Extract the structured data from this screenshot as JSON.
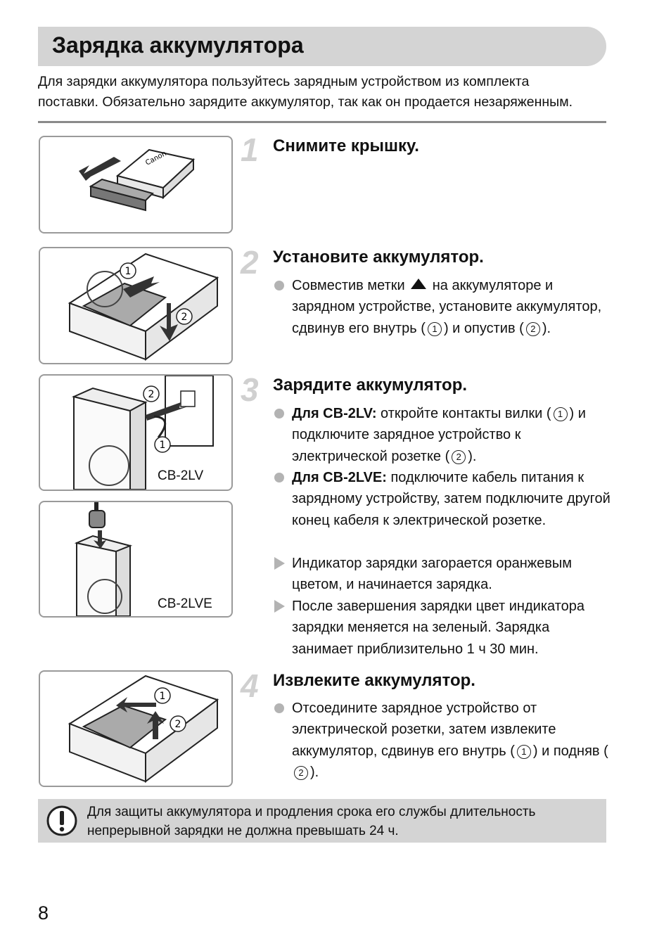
{
  "header": {
    "title": "Зарядка аккумулятора"
  },
  "intro": {
    "line1": "Для зарядки аккумулятора пользуйтесь зарядным устройством из комплекта",
    "line2": "поставки. Обязательно зарядите аккумулятор, так как он продается незаряженным."
  },
  "steps": [
    {
      "number": "1",
      "title": "Снимите крышку."
    },
    {
      "number": "2",
      "title": "Установите аккумулятор.",
      "items": [
        {
          "t1": "Совместив метки ",
          "t2": " на аккумуляторе и зарядном устройстве, установите аккумулятор, сдвинув его внутрь (",
          "c1": "1",
          "t3": ") и опустив (",
          "c2": "2",
          "t4": ")."
        }
      ]
    },
    {
      "number": "3",
      "title": "Зарядите аккумулятор.",
      "items": [
        {
          "bold": "Для CB-2LV:",
          "t1": " откройте контакты вилки (",
          "c1": "1",
          "t2": ") и подключите зарядное устройство к электрической розетке (",
          "c2": "2",
          "t3": ")."
        },
        {
          "bold": "Для CB-2LVE:",
          "t1": " подключите кабель питания к зарядному устройству, затем подключите другой конец кабеля к электрической розетке."
        },
        {
          "text": "Индикатор зарядки загорается оранжевым цветом, и начинается зарядка."
        },
        {
          "text": "После завершения зарядки цвет индикатора зарядки меняется на зеленый. Зарядка занимает приблизительно 1 ч 30 мин."
        }
      ]
    },
    {
      "number": "4",
      "title": "Извлеките аккумулятор.",
      "items": [
        {
          "t1": "Отсоедините зарядное устройство от электрической розетки, затем извлеките аккумулятор, сдвинув его внутрь (",
          "c1": "1",
          "t2": ") и подняв (",
          "c2": "2",
          "t3": ")."
        }
      ]
    }
  ],
  "figures": {
    "brand": "Canon",
    "cb2lv_label": "CB-2LV",
    "cb2lve_label": "CB-2LVE",
    "callout1": "1",
    "callout2": "2"
  },
  "note": {
    "icon": "caution-icon",
    "line1": "Для защиты аккумулятора и продления срока его службы длительность",
    "line2": "непрерывной зарядки не должна превышать 24 ч."
  },
  "page_number": "8"
}
